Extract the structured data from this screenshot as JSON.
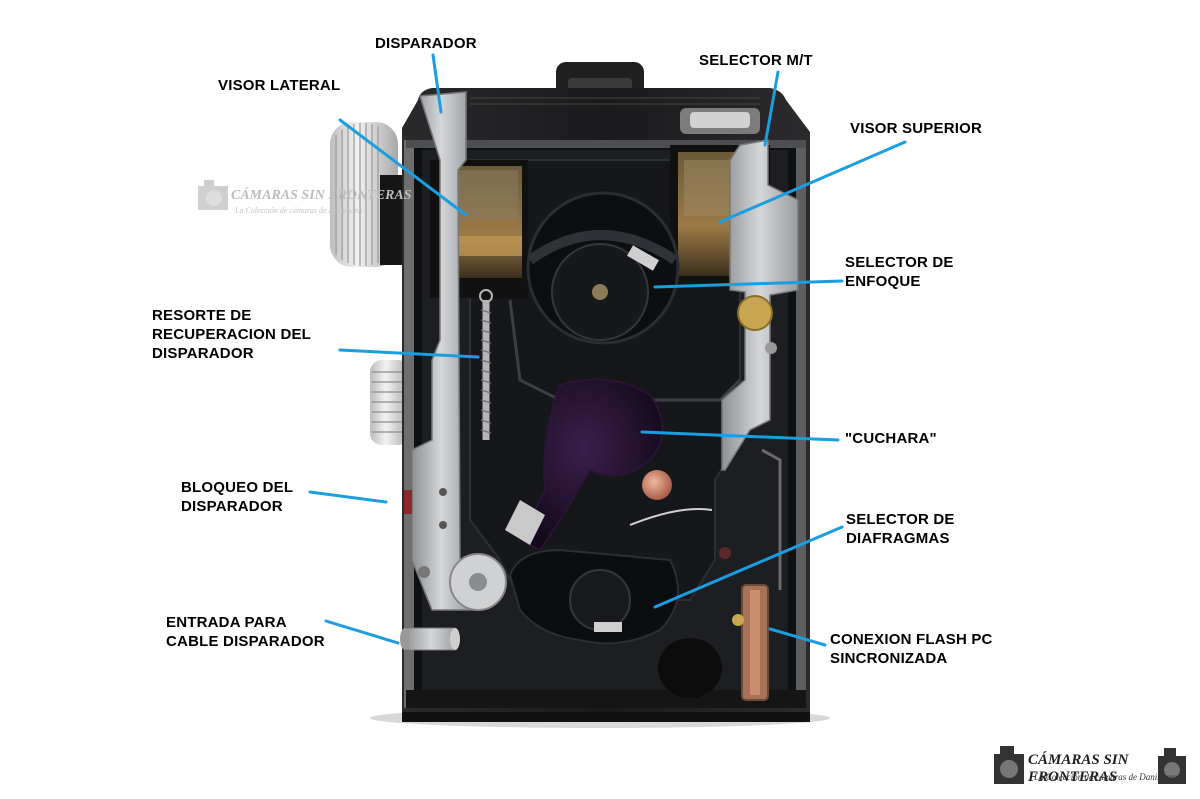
{
  "labels": {
    "disparador": "DISPARADOR",
    "visor_lateral": "VISOR LATERAL",
    "selector_mt": "SELECTOR M/T",
    "visor_superior": "VISOR SUPERIOR",
    "selector_enfoque": "SELECTOR DE\nENFOQUE",
    "resorte": "RESORTE DE\nRECUPERACION DEL\nDISPARADOR",
    "cuchara": "\"CUCHARA\"",
    "bloqueo": "BLOQUEO DEL\nDISPARADOR",
    "selector_diafragmas": "SELECTOR DE\nDIAFRAGMAS",
    "entrada_cable": "ENTRADA PARA\nCABLE DISPARADOR",
    "conexion_flash": "CONEXION FLASH PC\nSINCRONIZADA"
  },
  "watermark": {
    "title": "CÁMARAS SIN FRONTERAS",
    "subtitle": "La Colección de cámaras de Danimann"
  },
  "colors": {
    "leader": "#1a9ee0",
    "camera_body": "#1b1b1d",
    "metal": "#b9bcbf",
    "background": "#ffffff"
  }
}
